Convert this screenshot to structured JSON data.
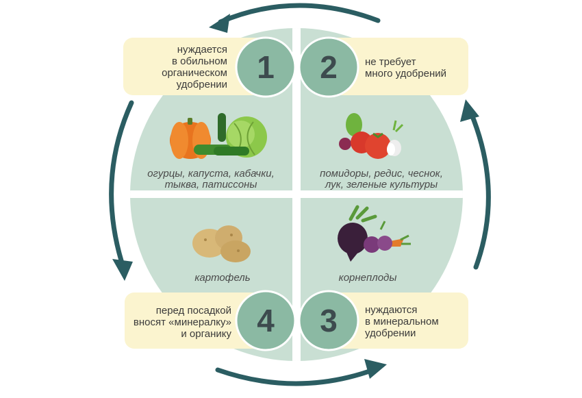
{
  "colors": {
    "circle": "#c9dfd3",
    "badge": "#8bb9a3",
    "note": "#fbf4cf",
    "arrow": "#2b5d62",
    "text": "#3a3a3a"
  },
  "quadrants": [
    {
      "number": "1",
      "note": [
        "нуждается",
        "в обильном",
        "органическом",
        "удобрении"
      ],
      "crops": [
        "огурцы, капуста, кабачки,",
        "тыква, патиссоны"
      ],
      "icon": "pumpkin-cabbage-cucumber-icon"
    },
    {
      "number": "2",
      "note": [
        "не требует",
        "много удобрений"
      ],
      "crops": [
        "помидоры, редис, чеснок,",
        "лук, зеленые культуры"
      ],
      "icon": "tomato-radish-garlic-icon"
    },
    {
      "number": "3",
      "note": [
        "нуждаются",
        "в минеральном",
        "удобрении"
      ],
      "crops": [
        "корнеплоды"
      ],
      "icon": "beet-carrot-onion-icon"
    },
    {
      "number": "4",
      "note": [
        "перед посадкой",
        "вносят «минералку»",
        "и органику"
      ],
      "crops": [
        "картофель"
      ],
      "icon": "potato-icon"
    }
  ]
}
